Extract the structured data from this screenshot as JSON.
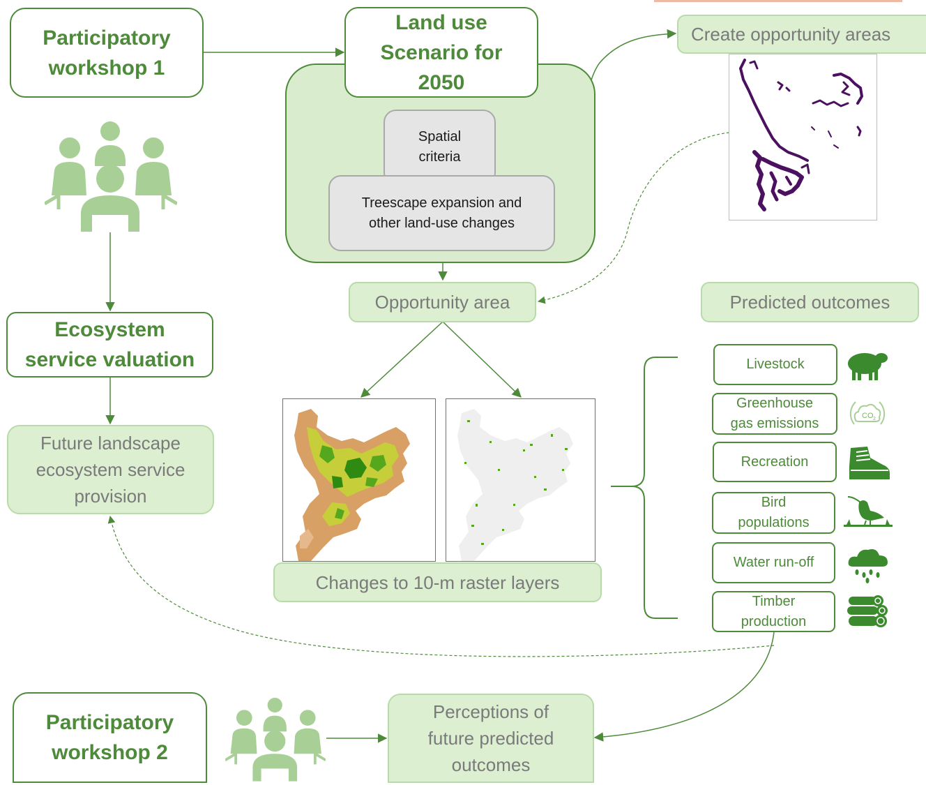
{
  "nodes": {
    "workshop1": "Participatory\nworkshop 1",
    "scenario": "Land use\nScenario for\n2050",
    "spatial": "Spatial\ncriteria",
    "treescape": "Treescape expansion and\nother land-use changes",
    "create_opportunity": "Create opportunity areas",
    "opportunity_area": "Opportunity area",
    "predicted_outcomes": "Predicted outcomes",
    "ecosystem_valuation": "Ecosystem\nservice valuation",
    "future_landscape": "Future landscape\necosystem service\nprovision",
    "raster_changes": "Changes to 10-m raster layers",
    "workshop2": "Participatory\nworkshop 2",
    "perceptions": "Perceptions of\nfuture predicted\noutcomes"
  },
  "outcomes": [
    {
      "label": "Livestock",
      "icon": "sheep-icon"
    },
    {
      "label": "Greenhouse\ngas emissions",
      "icon": "co2-icon"
    },
    {
      "label": "Recreation",
      "icon": "hiking-boot-icon"
    },
    {
      "label": "Bird\npopulations",
      "icon": "curlew-icon"
    },
    {
      "label": "Water run-off",
      "icon": "rain-cloud-icon"
    },
    {
      "label": "Timber\nproduction",
      "icon": "log-pile-icon"
    }
  ],
  "icons": {
    "people_meeting": "people-meeting-icon",
    "co2_text": "CO",
    "co2_sub": "2"
  },
  "colors": {
    "dark_green": "#4d8a3a",
    "light_green_fill": "#dcefd1",
    "light_green_border": "#b9dba9",
    "panel_fill": "#d9ecce",
    "grey_fill": "#e5e5e5",
    "map_purple": "#4b1060",
    "raster_orange": "#d9a065",
    "raster_green": "#55a81e",
    "raster_yellow": "#c6cf3a"
  }
}
